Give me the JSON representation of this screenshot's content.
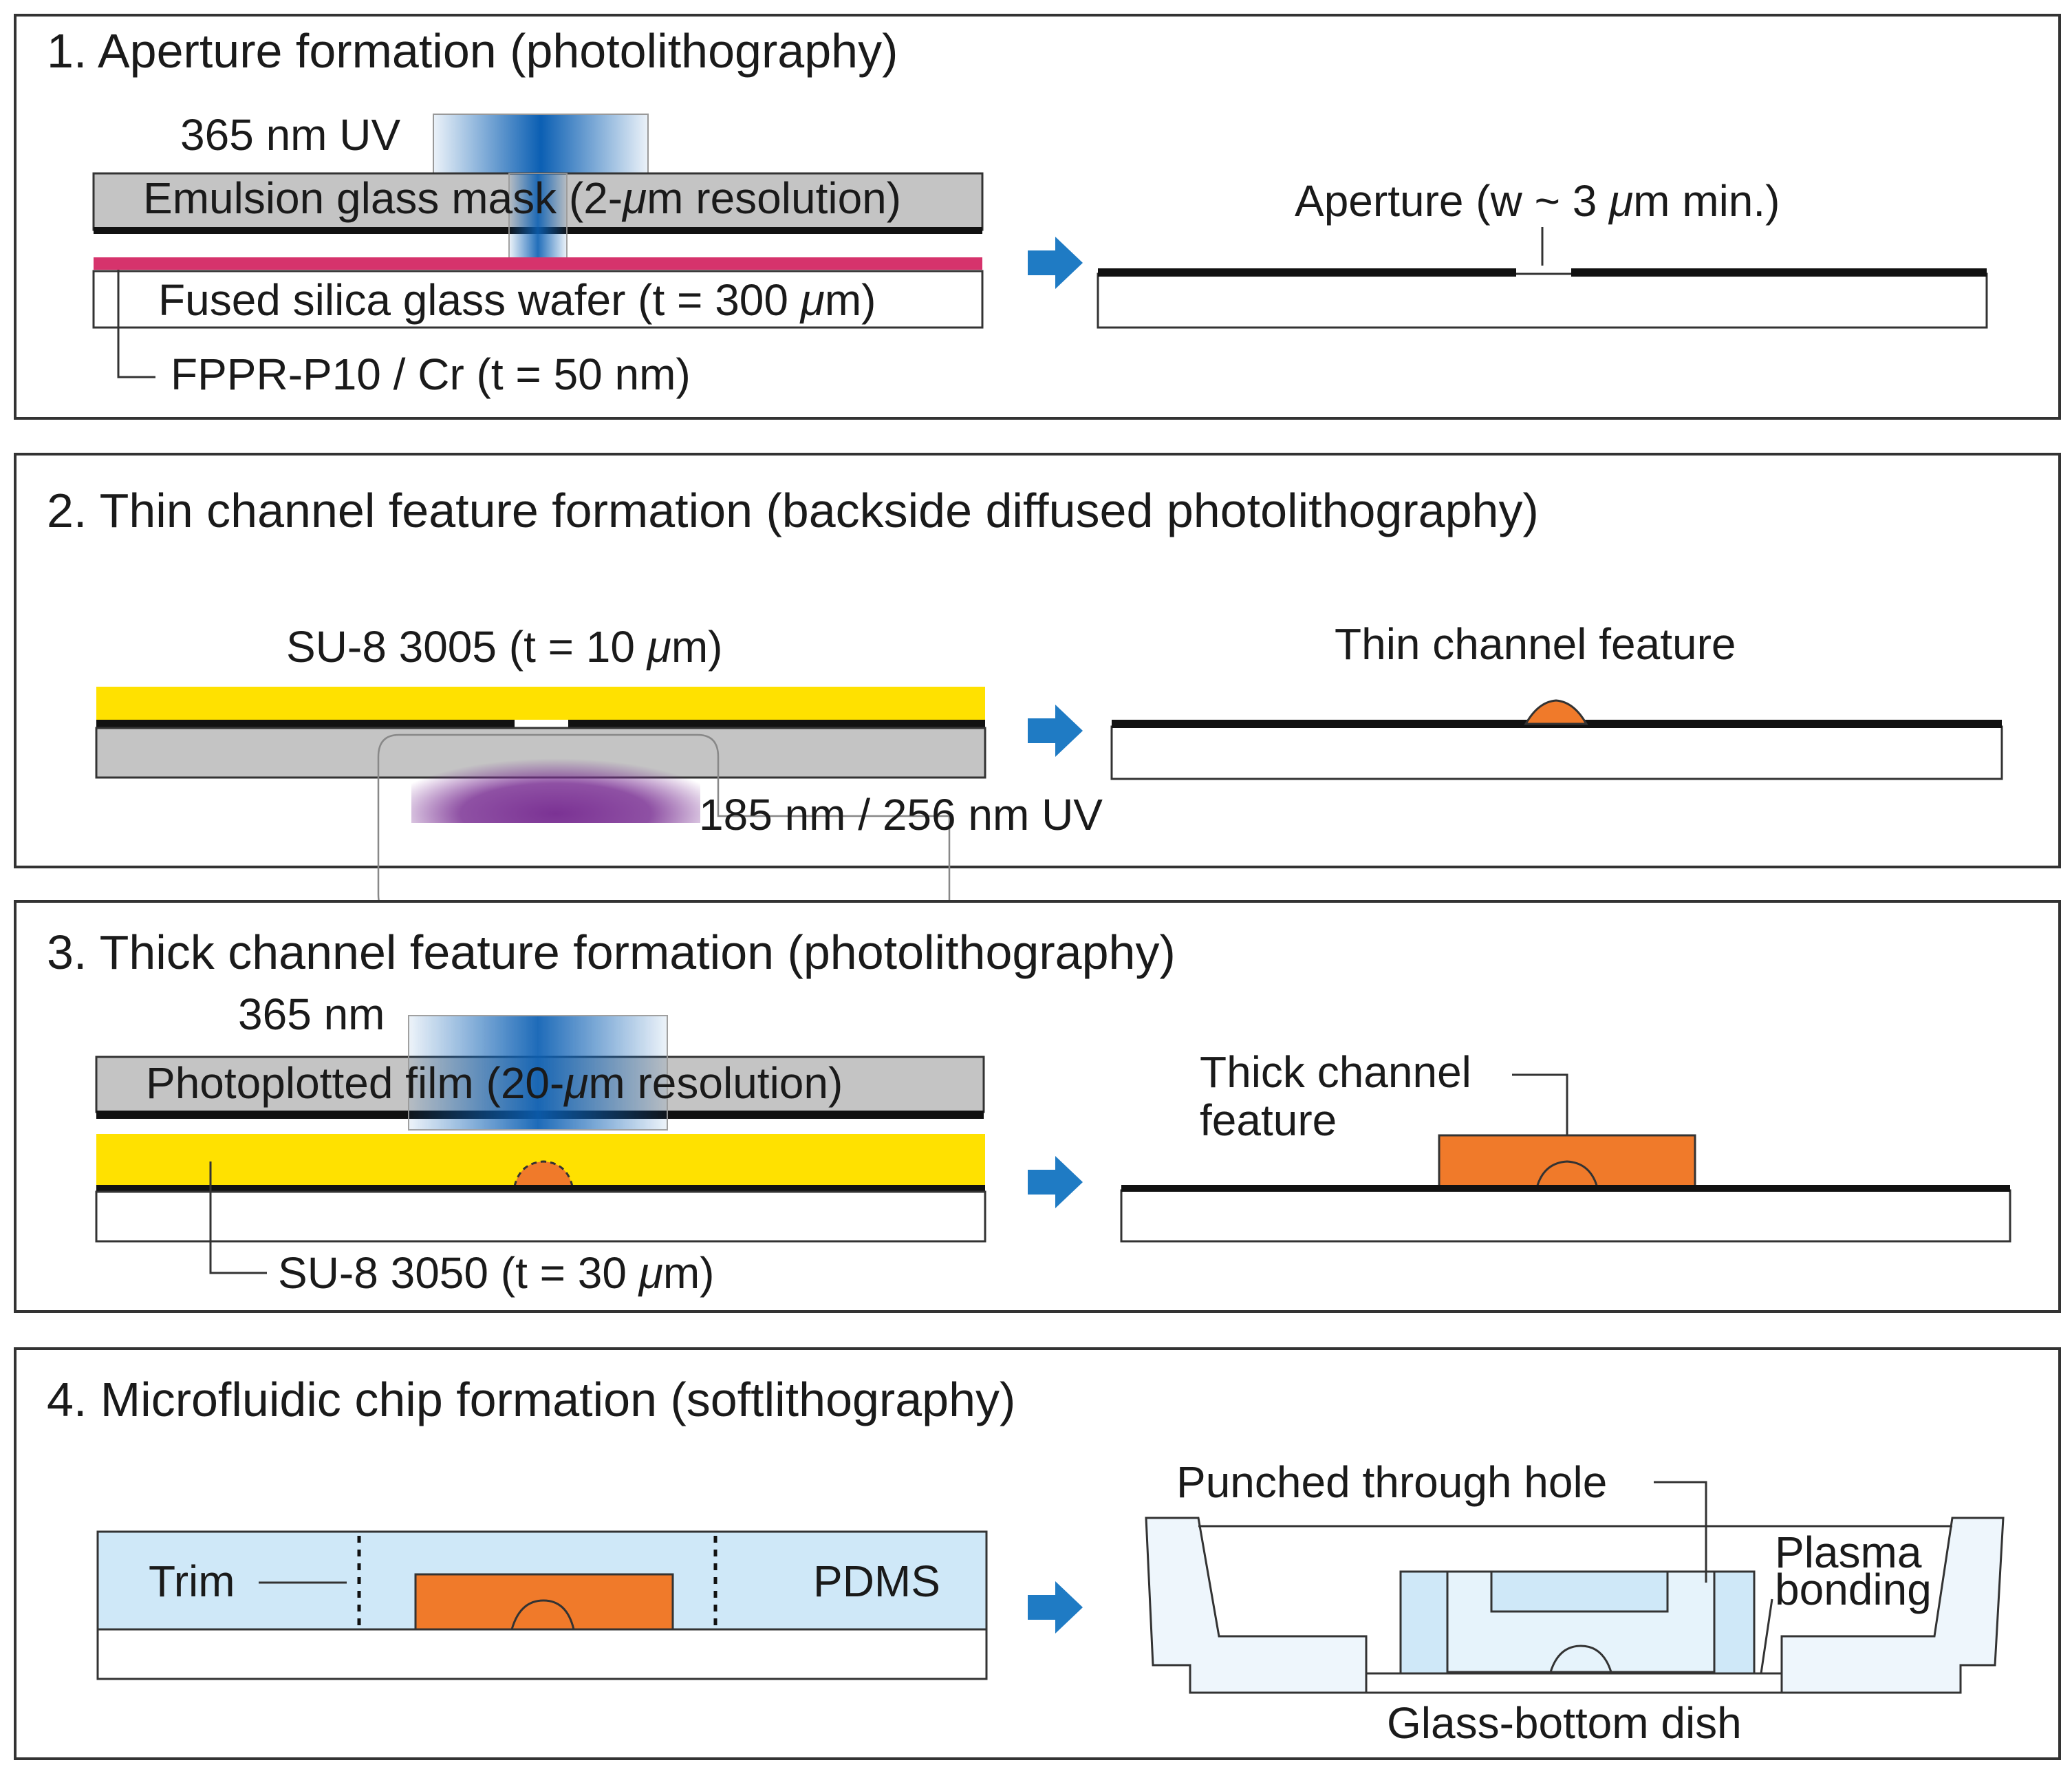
{
  "colors": {
    "uv_blue": "#0b5fb3",
    "uv_purple": "#7b3294",
    "resist_pink": "#d6336c",
    "su8_yellow": "#ffe100",
    "channel_orange": "#f07a2a",
    "pdms_blue": "#cfe8f8",
    "mask_gray": "#c4c4c4",
    "arrow_blue": "#1f7bc4"
  },
  "panel1": {
    "title": "1. Aperture formation (photolithography)",
    "uv_label": "365 nm UV",
    "mask_pre": "Emulsion glass mask (2-",
    "mu": "μ",
    "mask_post": "m resolution)",
    "wafer_pre": "Fused silica glass wafer (t = 300 ",
    "wafer_post": "m)",
    "resist_label": "FPPR-P10 / Cr (t = 50 nm)",
    "aperture_pre": "Aperture (w ~ 3 ",
    "aperture_post": "m min.)"
  },
  "panel2": {
    "title": "2. Thin channel feature formation (backside diffused photolithography)",
    "su8_pre": "SU-8 3005 (t = 10 ",
    "su8_post": "m)",
    "uv_label": "185 nm / 256 nm UV",
    "result_label": "Thin channel feature"
  },
  "panel3": {
    "title": "3. Thick channel feature formation (photolithography)",
    "uv_label": "365 nm",
    "film_pre": "Photoplotted film (20-",
    "film_post": "m resolution)",
    "su8_pre": "SU-8 3050 (t = 30 ",
    "su8_post": "m)",
    "result_line1": "Thick channel",
    "result_line2": "feature"
  },
  "panel4": {
    "title": "4. Microfluidic chip formation (softlithography)",
    "trim_label": "Trim",
    "pdms_label": "PDMS",
    "hole_label": "Punched through hole",
    "plasma_line1": "Plasma",
    "plasma_line2": "bonding",
    "dish_label": "Glass-bottom dish"
  }
}
